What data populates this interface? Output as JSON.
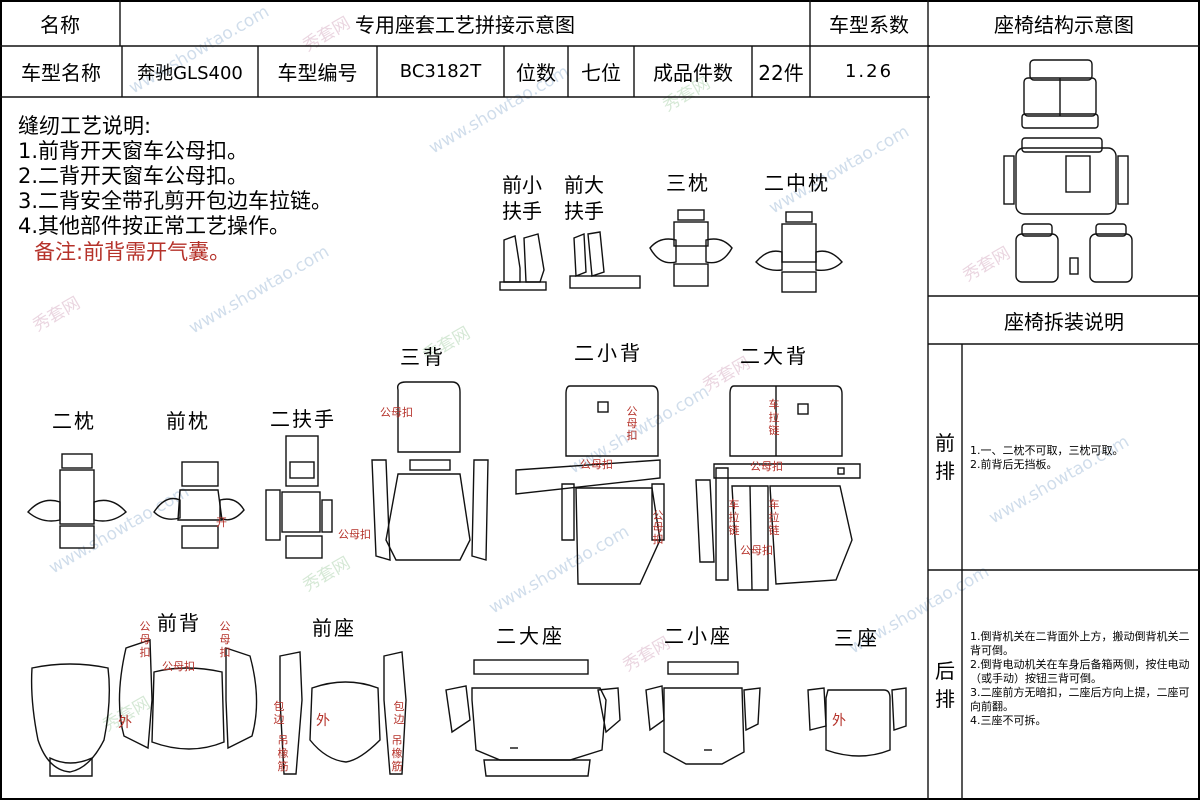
{
  "header": {
    "name_label": "名称",
    "title": "专用座套工艺拼接示意图",
    "coef_label": "车型系数",
    "struct_title": "座椅结构示意图"
  },
  "info": {
    "model_name_label": "车型名称",
    "model_name": "奔驰GLS400",
    "model_code_label": "车型编号",
    "model_code": "BC3182T",
    "seats_label": "位数",
    "seats": "七位",
    "pieces_label": "成品件数",
    "pieces": "22件",
    "coef": "1.26"
  },
  "instructions": {
    "title": "缝纫工艺说明:",
    "lines": [
      "1.前背开天窗车公母扣。",
      "2.二背开天窗车公母扣。",
      "3.二背安全带孔剪开包边车拉链。",
      "4.其他部件按正常工艺操作。"
    ],
    "remark": "备注:前背需开气囊。"
  },
  "parts": {
    "front_small_armrest": "前小\n扶手",
    "front_big_armrest": "前大\n扶手",
    "third_pillow": "三枕",
    "second_mid_pillow": "二中枕",
    "second_pillow": "二枕",
    "front_pillow": "前枕",
    "second_armrest": "二扶手",
    "third_back": "三背",
    "second_small_back": "二小背",
    "second_big_back": "二大背",
    "front_back": "前背",
    "front_seat": "前座",
    "second_big_seat": "二大座",
    "second_small_seat": "二小座",
    "third_seat": "三座"
  },
  "annotations": {
    "snap": "公母扣",
    "snap_v": "公\n母\n扣",
    "zipper_v": "车\n拉\n链",
    "outer": "外",
    "open_label": "开",
    "edge_v": "包\n边",
    "elastic_v": "吊\n橡\n筋"
  },
  "sidebar": {
    "disassembly_title": "座椅拆装说明",
    "front_row": "前\n排",
    "front_row_text": "1.一、二枕不可取，三枕可取。\n2.前背后无挡板。",
    "rear_row": "后\n排",
    "rear_row_text": "1.倒背机关在二背面外上方，搬动倒背机关二背可倒。\n2.倒背电动机关在车身后备箱两侧，按住电动（或手动）按钮三背可倒。\n3.二座前方无暗扣，二座后方向上提，二座可向前翻。\n4.三座不可拆。"
  },
  "watermark": {
    "url": "www.showtao.com",
    "brand": "秀套网"
  },
  "colors": {
    "annotation_red": "#b5322a",
    "watermark_blue": "#7aa0c8",
    "watermark_pink": "#c58aa8",
    "watermark_green": "#89c089"
  }
}
